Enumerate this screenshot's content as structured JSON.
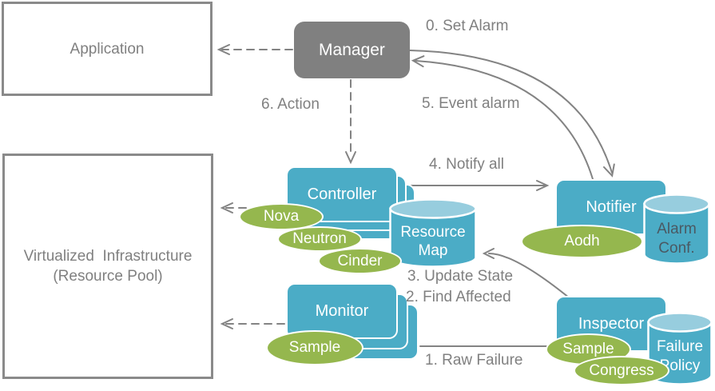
{
  "nodes": {
    "application": {
      "label": "Application"
    },
    "virtualized_infrastructure": {
      "line1": "Virtualized  Infrastructure",
      "line2": "(Resource Pool)"
    },
    "manager": {
      "label": "Manager"
    },
    "controller": {
      "label": "Controller"
    },
    "monitor": {
      "label": "Monitor"
    },
    "notifier": {
      "label": "Notifier"
    },
    "inspector": {
      "label": "Inspector"
    }
  },
  "datastores": {
    "resource_map": {
      "line1": "Resource",
      "line2": "Map"
    },
    "alarm_conf": {
      "line1": "Alarm",
      "line2": "Conf."
    },
    "failure_policy": {
      "line1": "Failure",
      "line2": "Policy"
    }
  },
  "plugins": {
    "nova": {
      "label": "Nova"
    },
    "neutron": {
      "label": "Neutron"
    },
    "cinder": {
      "label": "Cinder"
    },
    "aodh": {
      "label": "Aodh"
    },
    "monitor_sample": {
      "label": "Sample"
    },
    "inspector_sample": {
      "label": "Sample"
    },
    "congress": {
      "label": "Congress"
    }
  },
  "steps": {
    "set_alarm": "0. Set Alarm",
    "raw_failure": "1. Raw Failure",
    "find_affected": "2. Find Affected",
    "update_state": "3. Update State",
    "notify_all": "4. Notify all",
    "event_alarm": "5. Event alarm",
    "action": "6. Action"
  },
  "colors": {
    "teal": "#4BACC6",
    "teal_light": "#97CDDE",
    "green": "#95B74E",
    "gray_node": "#808080",
    "arrow_gray": "#838383",
    "label_text": "#808080",
    "cylinder_dark_text": "#4A5963",
    "white": "#FFFFFF"
  }
}
